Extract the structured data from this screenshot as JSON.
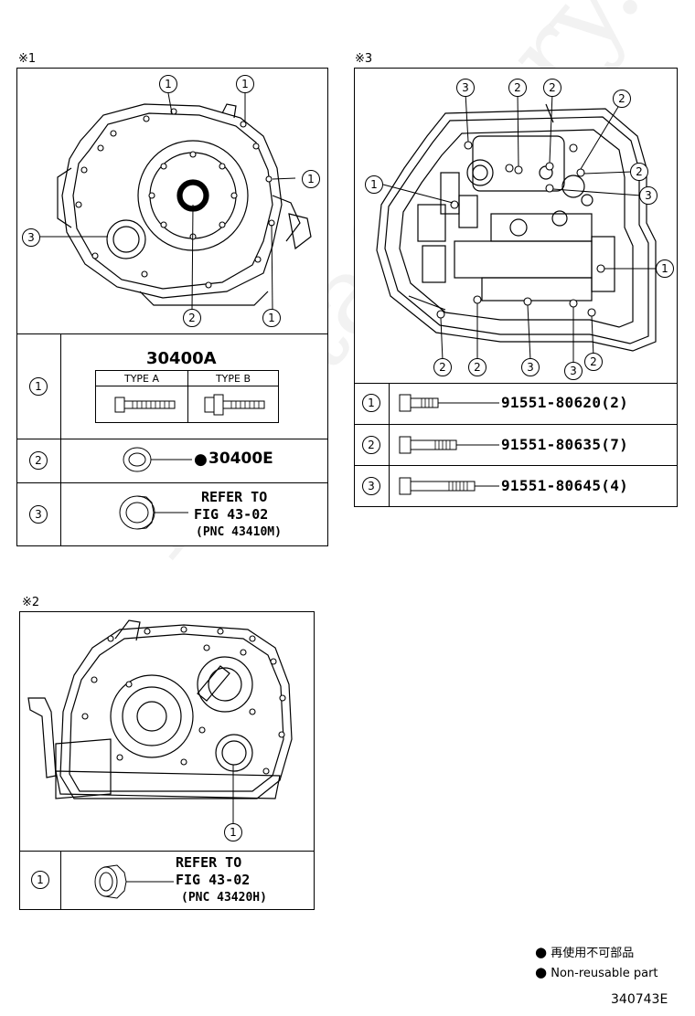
{
  "panel1": {
    "label": "※1",
    "callouts": [
      "1",
      "1",
      "1",
      "3",
      "2",
      "1"
    ],
    "rows": [
      {
        "key": "1",
        "code": "30400A",
        "type_a": "TYPE A",
        "type_b": "TYPE B"
      },
      {
        "key": "2",
        "code": "30400E",
        "bullet": "●"
      },
      {
        "key": "3",
        "ref_line1": "REFER TO",
        "ref_line2": "FIG 43-02",
        "ref_line3": "(PNC 43410M)"
      }
    ]
  },
  "panel2": {
    "label": "※2",
    "callouts": [
      "1"
    ],
    "rows": [
      {
        "key": "1",
        "ref_line1": "REFER TO",
        "ref_line2": "FIG 43-02",
        "ref_line3": "(PNC 43420H)"
      }
    ]
  },
  "panel3": {
    "label": "※3",
    "callouts": [
      "3",
      "2",
      "2",
      "2",
      "1",
      "2",
      "3",
      "1",
      "2",
      "2",
      "3",
      "3",
      "2"
    ],
    "rows": [
      {
        "key": "1",
        "part_no": "91551-80620(2)"
      },
      {
        "key": "2",
        "part_no": "91551-80635(7)"
      },
      {
        "key": "3",
        "part_no": "91551-80645(4)"
      }
    ]
  },
  "legend": {
    "bullet": "●",
    "line1": "再使用不可部品",
    "line2": "Non-reusable part"
  },
  "figure_id": "340743E",
  "watermark": "ToyotaCamry.ru"
}
